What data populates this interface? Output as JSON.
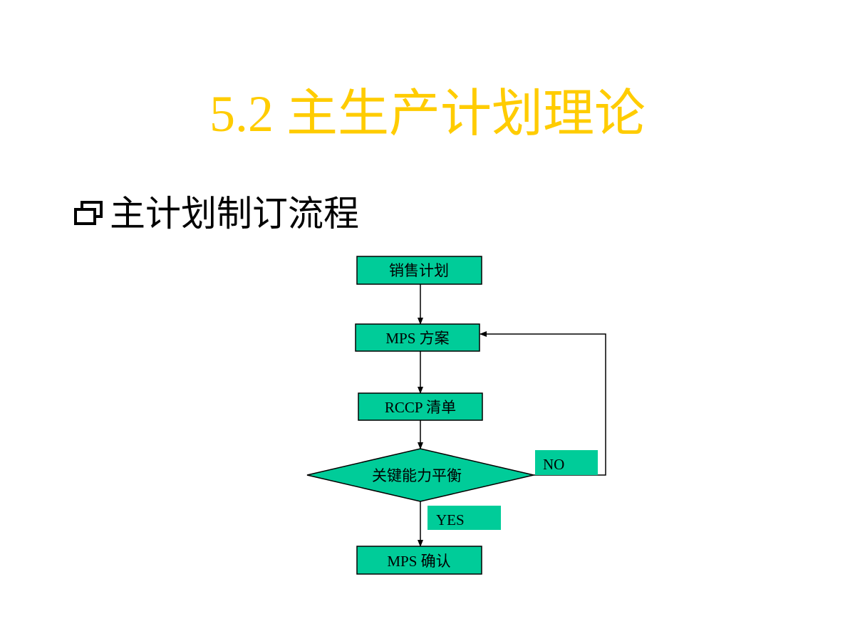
{
  "slide": {
    "title": "5.2  主生产计划理论",
    "bullet": "主计划制订流程",
    "bullet_icon": "windows-restore-icon"
  },
  "colors": {
    "title": "#FFCC00",
    "node_fill": "#00CC99",
    "line": "#000000"
  },
  "flowchart": {
    "nodes": [
      {
        "id": "sales",
        "label": "销售计划"
      },
      {
        "id": "mps_plan",
        "label": "MPS 方案"
      },
      {
        "id": "rccp",
        "label": "RCCP 清单"
      },
      {
        "id": "balance",
        "label": "关键能力平衡"
      },
      {
        "id": "mps_confirm",
        "label": "MPS 确认"
      }
    ],
    "labels": {
      "no": "NO",
      "yes": "YES"
    },
    "edges": [
      {
        "from": "sales",
        "to": "mps_plan"
      },
      {
        "from": "mps_plan",
        "to": "rccp"
      },
      {
        "from": "rccp",
        "to": "balance"
      },
      {
        "from": "balance",
        "to": "mps_confirm",
        "label": "YES"
      },
      {
        "from": "balance",
        "to": "mps_plan",
        "label": "NO"
      }
    ]
  }
}
